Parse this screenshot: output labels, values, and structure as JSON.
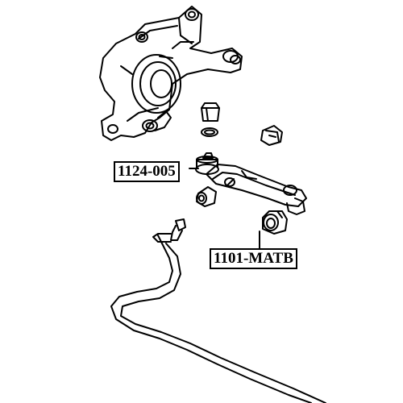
{
  "labels": [
    {
      "id": "ball-joint",
      "text": "1124-005"
    },
    {
      "id": "arm-bushing",
      "text": "1101-MATB"
    }
  ]
}
